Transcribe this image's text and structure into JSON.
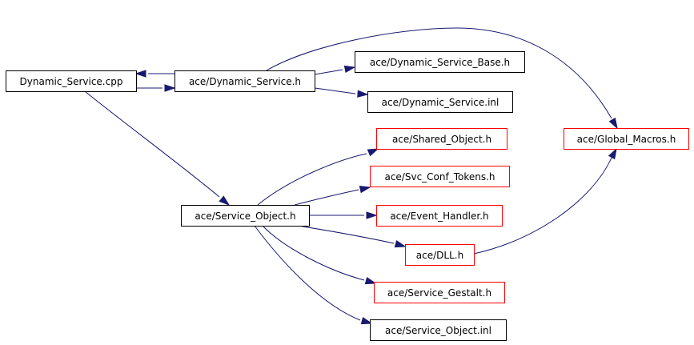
{
  "diagram": {
    "colors": {
      "edge": "#191970",
      "root_fill": "#bfbfbf",
      "documented_border": "#000000",
      "undocumented_border": "#ff0000"
    },
    "nodes": [
      {
        "id": "dynamic_service_cpp",
        "label": "Dynamic_Service.cpp",
        "style": "root",
        "interactable": false
      },
      {
        "id": "dynamic_service_h",
        "label": "ace/Dynamic_Service.h",
        "style": "documented",
        "interactable": true
      },
      {
        "id": "dynamic_service_base_h",
        "label": "ace/Dynamic_Service_Base.h",
        "style": "documented",
        "interactable": true
      },
      {
        "id": "dynamic_service_inl",
        "label": "ace/Dynamic_Service.inl",
        "style": "documented",
        "interactable": true
      },
      {
        "id": "global_macros_h",
        "label": "ace/Global_Macros.h",
        "style": "undocumented",
        "interactable": false
      },
      {
        "id": "shared_object_h",
        "label": "ace/Shared_Object.h",
        "style": "undocumented",
        "interactable": false
      },
      {
        "id": "svc_conf_tokens_h",
        "label": "ace/Svc_Conf_Tokens.h",
        "style": "undocumented",
        "interactable": false
      },
      {
        "id": "service_object_h",
        "label": "ace/Service_Object.h",
        "style": "documented",
        "interactable": true
      },
      {
        "id": "event_handler_h",
        "label": "ace/Event_Handler.h",
        "style": "undocumented",
        "interactable": false
      },
      {
        "id": "dll_h",
        "label": "ace/DLL.h",
        "style": "undocumented",
        "interactable": false
      },
      {
        "id": "service_gestalt_h",
        "label": "ace/Service_Gestalt.h",
        "style": "undocumented",
        "interactable": false
      },
      {
        "id": "service_object_inl",
        "label": "ace/Service_Object.inl",
        "style": "documented",
        "interactable": true
      }
    ],
    "edges": [
      {
        "from": "dynamic_service_cpp",
        "to": "dynamic_service_h"
      },
      {
        "from": "dynamic_service_h",
        "to": "dynamic_service_cpp"
      },
      {
        "from": "dynamic_service_h",
        "to": "dynamic_service_base_h"
      },
      {
        "from": "dynamic_service_h",
        "to": "dynamic_service_inl"
      },
      {
        "from": "dynamic_service_h",
        "to": "global_macros_h"
      },
      {
        "from": "dynamic_service_cpp",
        "to": "service_object_h"
      },
      {
        "from": "service_object_h",
        "to": "shared_object_h"
      },
      {
        "from": "service_object_h",
        "to": "svc_conf_tokens_h"
      },
      {
        "from": "service_object_h",
        "to": "event_handler_h"
      },
      {
        "from": "service_object_h",
        "to": "dll_h"
      },
      {
        "from": "service_object_h",
        "to": "service_gestalt_h"
      },
      {
        "from": "service_object_h",
        "to": "service_object_inl"
      },
      {
        "from": "dll_h",
        "to": "global_macros_h"
      }
    ]
  }
}
